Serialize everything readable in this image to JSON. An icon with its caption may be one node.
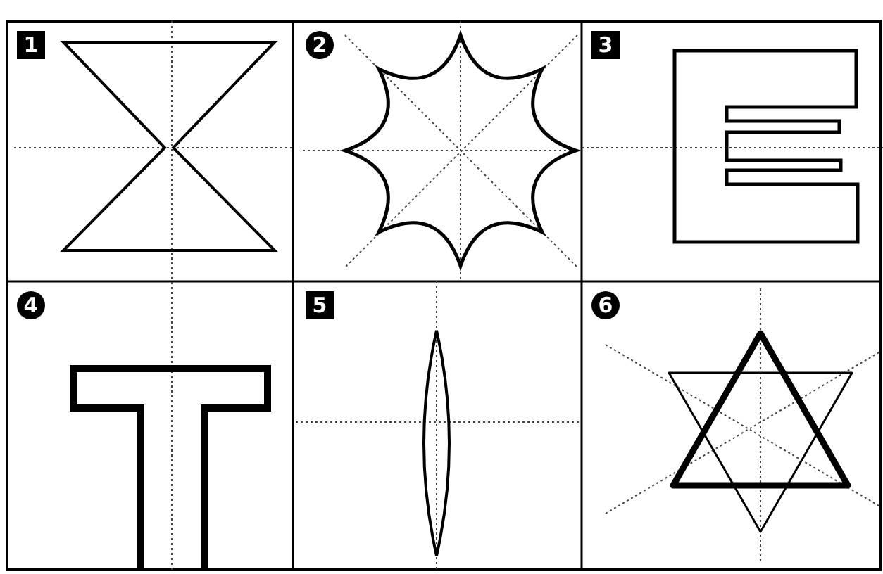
{
  "diagram": {
    "labels": [
      "1",
      "2",
      "3",
      "4",
      "5",
      "6"
    ]
  }
}
